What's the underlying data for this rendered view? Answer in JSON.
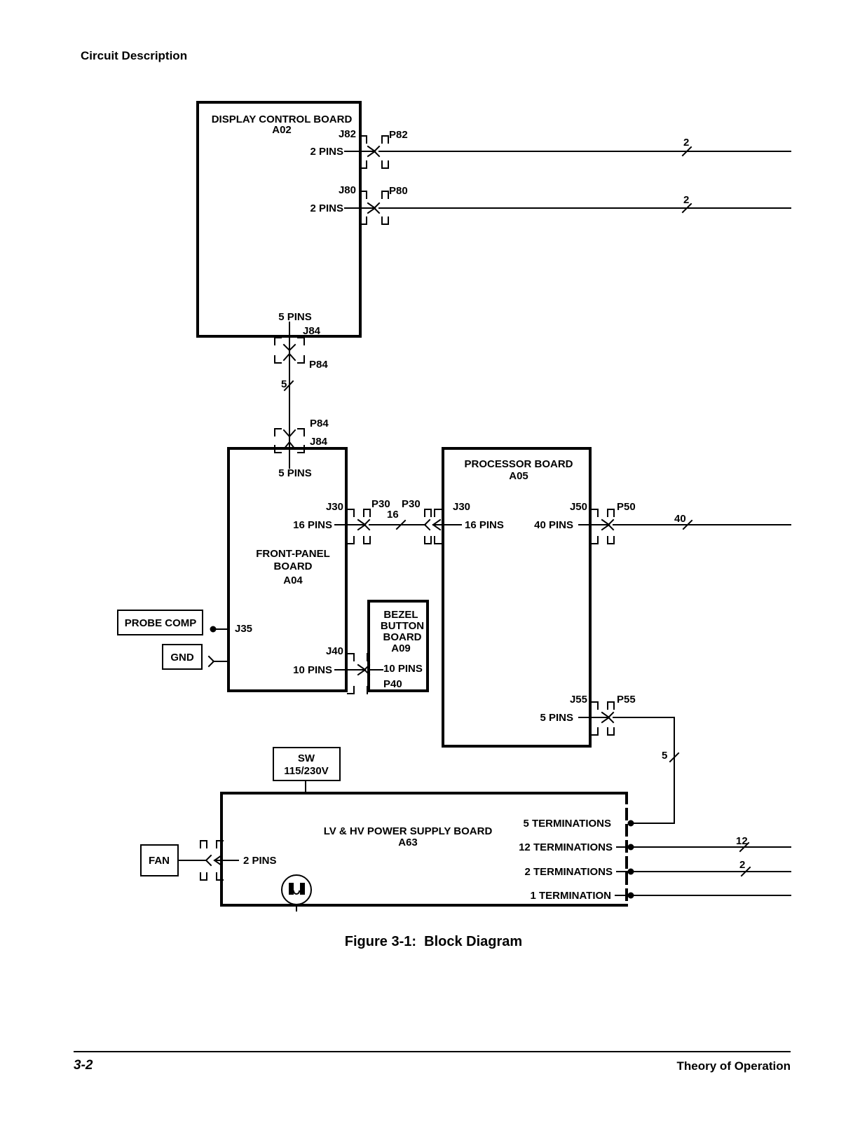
{
  "header": {
    "section": "Circuit Description"
  },
  "display_control_board": {
    "title": "DISPLAY CONTROL BOARD",
    "ref": "A02"
  },
  "front_panel_board": {
    "title_line1": "FRONT-PANEL",
    "title_line2": "BOARD",
    "ref": "A04"
  },
  "processor_board": {
    "title": "PROCESSOR BOARD",
    "ref": "A05"
  },
  "bezel_board": {
    "line1": "BEZEL",
    "line2": "BUTTON",
    "line3": "BOARD",
    "ref": "A09"
  },
  "power_supply_board": {
    "title": "LV & HV POWER SUPPLY BOARD",
    "ref": "A63"
  },
  "probe_comp": "PROBE COMP",
  "gnd": "GND",
  "fan": "FAN",
  "switch": {
    "line1": "SW",
    "line2": "115/230V"
  },
  "connectors": {
    "j82": "J82",
    "p82": "P82",
    "j82_pins": "2 PINS",
    "bus_82": "2",
    "j80": "J80",
    "p80": "P80",
    "j80_pins": "2 PINS",
    "bus_80": "2",
    "j84_top_pins": "5 PINS",
    "j84_top": "J84",
    "p84_top": "P84",
    "bus_84": "5",
    "p84_bottom": "P84",
    "j84_bottom": "J84",
    "j84_bottom_pins": "5 PINS",
    "j30_front": "J30",
    "p30_front": "P30",
    "j30_front_pins": "16 PINS",
    "bus_30": "16",
    "p30_proc": "P30",
    "j30_proc": "J30",
    "j30_proc_pins": "16 PINS",
    "j50": "J50",
    "p50": "P50",
    "j50_pins": "40 PINS",
    "bus_50": "40",
    "j35": "J35",
    "j40": "J40",
    "j40_pins": "10 PINS",
    "p40": "P40",
    "p40_pins": "10 PINS",
    "j55": "J55",
    "p55": "P55",
    "j55_pins": "5 PINS",
    "bus_55": "5",
    "fan_pins": "2 PINS",
    "term_5": "5 TERMINATIONS",
    "term_12": "12 TERMINATIONS",
    "term_2": "2 TERMINATIONS",
    "term_1": "1 TERMINATION",
    "bus_12": "12",
    "bus_2": "2"
  },
  "caption": {
    "figure": "Figure 3-1:",
    "title": "Block Diagram"
  },
  "footer": {
    "page": "3-2",
    "chapter": "Theory of Operation"
  }
}
